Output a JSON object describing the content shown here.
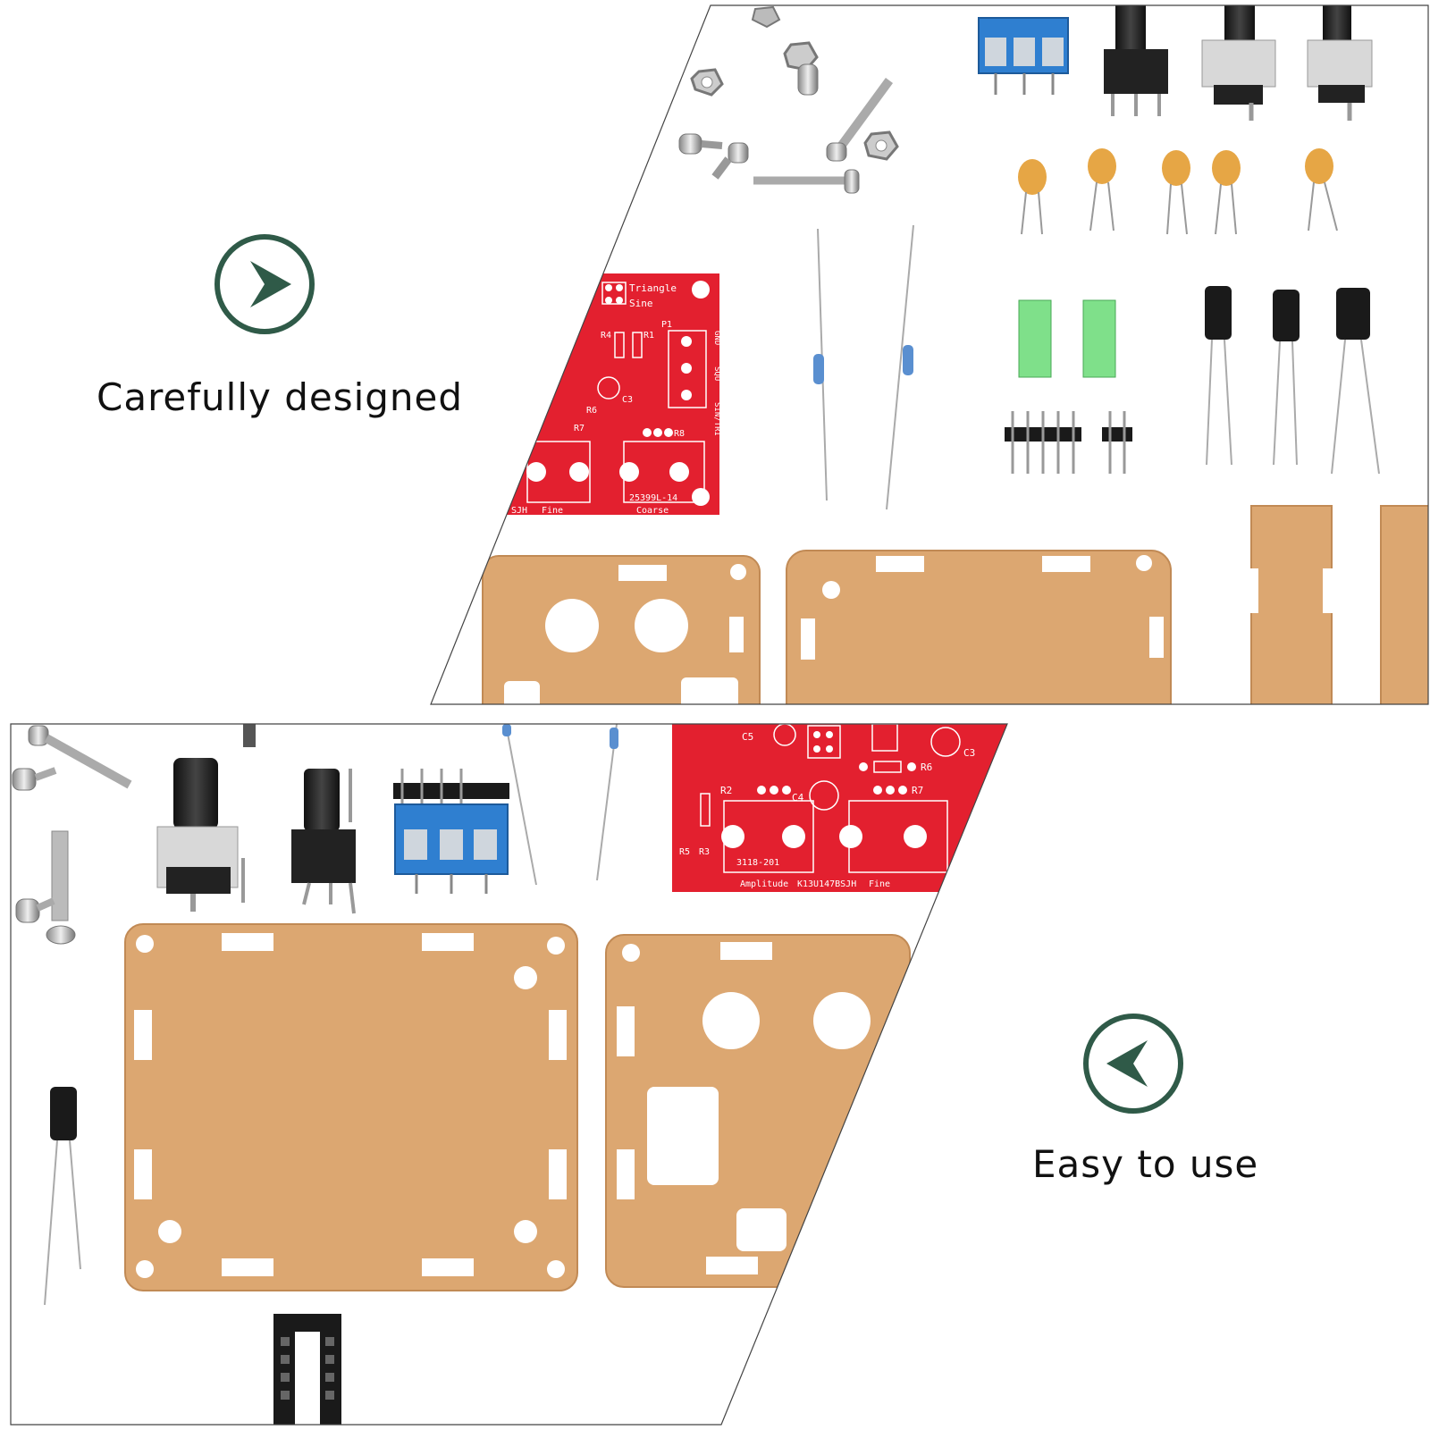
{
  "features": [
    {
      "label": "Carefully designed",
      "icon": "chevron-right-icon",
      "direction": "right"
    },
    {
      "label": "Easy to use",
      "icon": "chevron-left-icon",
      "direction": "left"
    }
  ],
  "colors": {
    "accent": "#2f5a48",
    "pcb": "#e3202f",
    "acrylic": "#dca771",
    "terminal": "#2f7fd0",
    "jumper": "#7fe08a",
    "capacitor": "#e6a645"
  },
  "pcb_top": {
    "labels": [
      "Triangle",
      "Sine",
      "R4",
      "R1",
      "P1",
      "GND",
      "SQU",
      "SIN/TRI",
      "C3",
      "R6",
      "R7",
      "R8",
      "25399L-14",
      "Fine",
      "Coarse",
      "SJH"
    ]
  },
  "pcb_bottom": {
    "labels": [
      "C5",
      "C3",
      "R6",
      "R2",
      "C4",
      "R7",
      "R5",
      "R3",
      "3118-201",
      "Amplitude",
      "K13U147BSJH",
      "Fine"
    ]
  }
}
